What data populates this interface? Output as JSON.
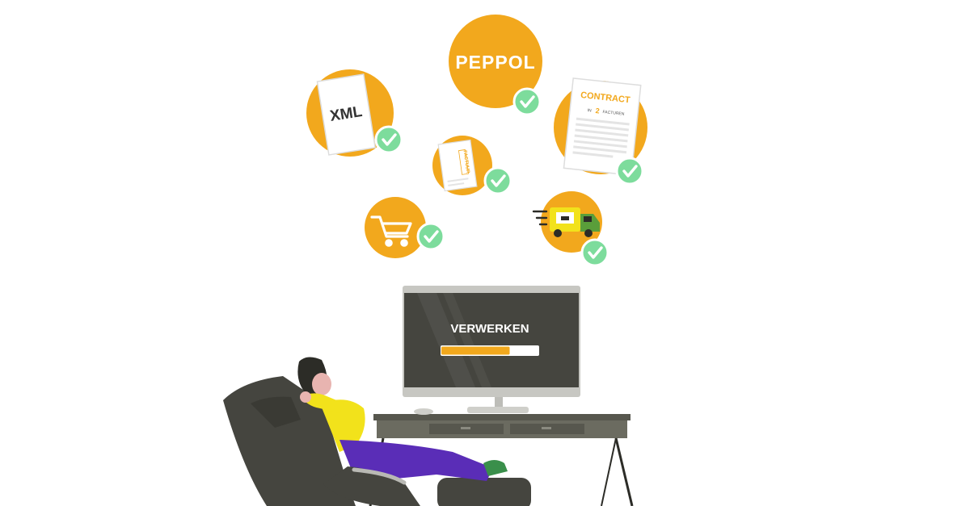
{
  "labels": {
    "peppol": "PEPPOL",
    "xml": "XML",
    "contract": "CONTRACT",
    "contract_sub_pre": "IN",
    "contract_sub_num": "2",
    "contract_sub_post": "FACTUREN",
    "factuur": "FACTUUR",
    "monitor_text": "VERWERKEN"
  },
  "progress": {
    "value": 0.71
  },
  "colors": {
    "orange": "#F2A81D",
    "check_green": "#7DDC9C",
    "monitor_dark": "#45453F",
    "desk": "#57574E",
    "shirt": "#F2E21B",
    "pants": "#5A2DB7",
    "shoe": "#3A8F4B",
    "hair": "#2C2C27"
  },
  "icons": [
    "check-icon",
    "shopping-cart-icon",
    "delivery-truck-icon",
    "document-icon"
  ]
}
